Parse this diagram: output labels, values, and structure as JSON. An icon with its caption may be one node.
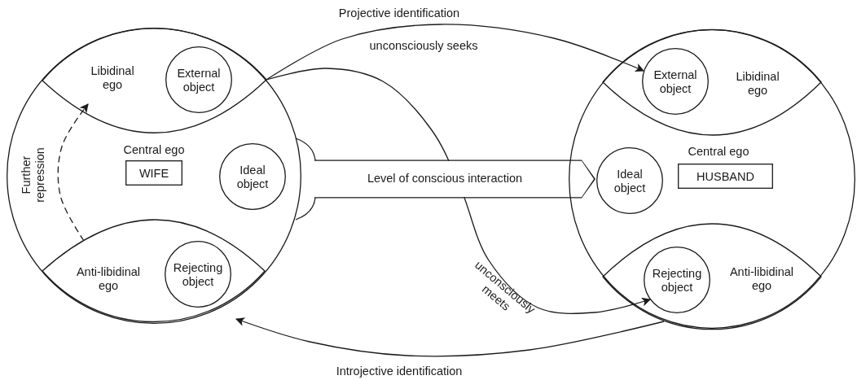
{
  "diagram": {
    "nodes": [
      {
        "text": [],
        "shape": "circle"
      },
      {
        "text": [
          "Libidinal ego"
        ],
        "in": 0
      },
      {
        "text": [
          "External object"
        ],
        "in": 1
      },
      {
        "text": [
          "WIFE"
        ],
        "beside": [
          "Central ego"
        ],
        "in": 0
      },
      {
        "text": [
          "Ideal object"
        ],
        "in": 0
      },
      {
        "text": [
          "Anti-libidinal ego"
        ],
        "in": 0
      },
      {
        "text": [
          "Rejecting object"
        ],
        "in": 5
      },
      {
        "text": [],
        "shape": "circle"
      },
      {
        "text": [
          "Libidinal ego"
        ],
        "in": 7
      },
      {
        "text": [
          "External object"
        ],
        "in": 8
      },
      {
        "text": [
          "Ideal object"
        ],
        "in": 7
      },
      {
        "text": [
          "HUSBAND"
        ],
        "beside": [
          "Central ego"
        ],
        "in": 7
      },
      {
        "text": [
          "Anti-libidinal ego"
        ],
        "in": 7
      },
      {
        "text": [
          "Rejecting object"
        ],
        "in": 12
      }
    ],
    "edges": [
      {
        "from": 1,
        "to": 9,
        "arrow": "to",
        "label": "unconsciously seeks"
      },
      {
        "from": 1,
        "to": 13,
        "arrow": "to",
        "label": "unconsciously meets"
      },
      {
        "from": 12,
        "to": 5,
        "arrow": "to",
        "label": "Introjective identification"
      },
      {
        "from": 5,
        "to": 1,
        "arrow": "to",
        "style": "dashed"
      },
      {
        "from": 0,
        "to": 10,
        "arrow": "to",
        "label": "Level of conscious interaction",
        "style": "thick"
      }
    ],
    "labels": [
      "Projective identification",
      "Further repression"
    ]
  }
}
